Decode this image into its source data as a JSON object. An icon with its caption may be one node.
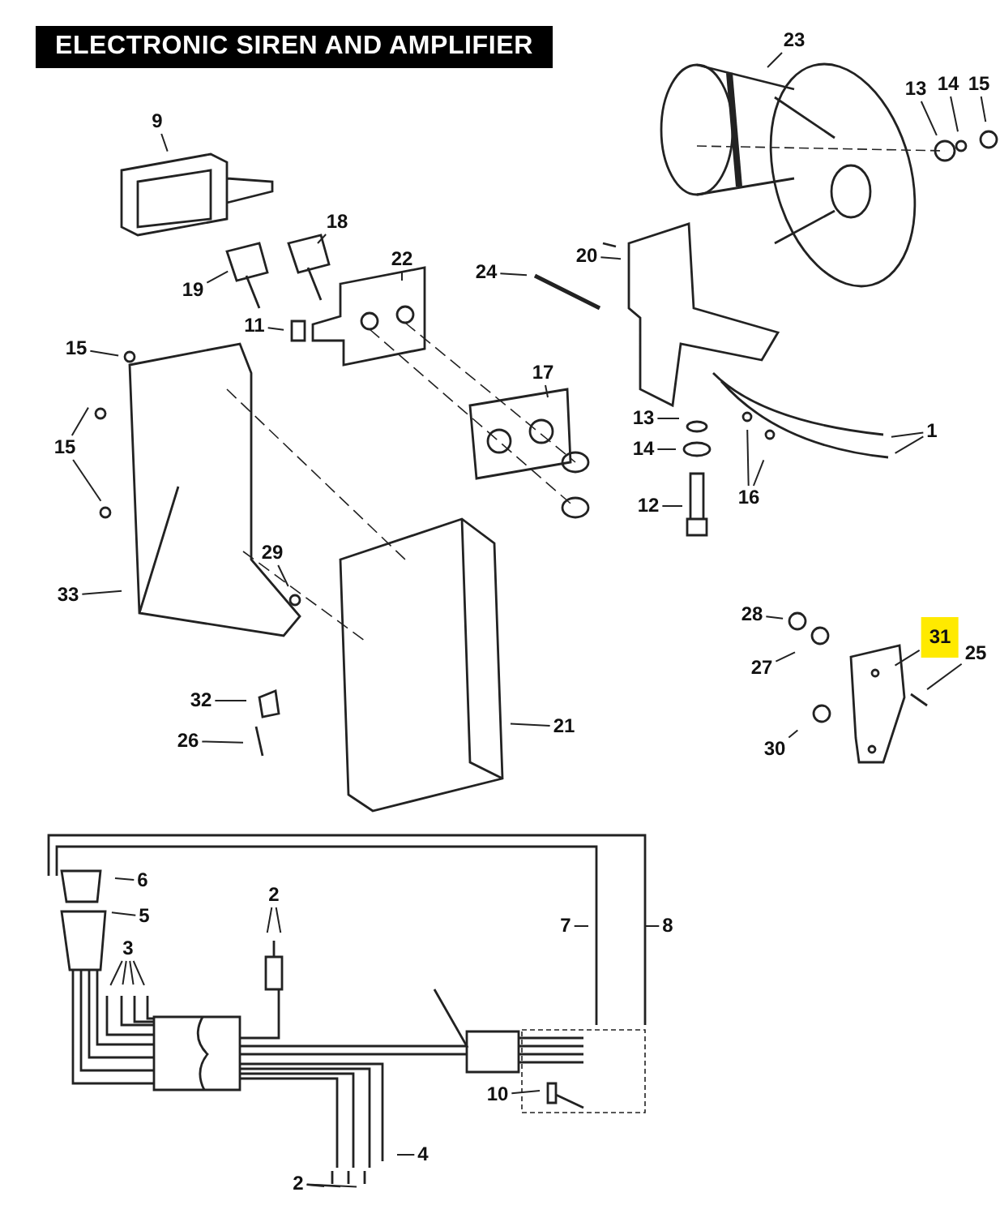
{
  "diagram": {
    "title": "ELECTRONIC SIREN AND AMPLIFIER",
    "nodes": [
      {
        "text": [
          "23"
        ]
      },
      {
        "text": [
          "13"
        ]
      },
      {
        "text": [
          "14"
        ]
      },
      {
        "text": [
          "15"
        ]
      },
      {
        "text": [
          "9"
        ]
      },
      {
        "text": [
          "18"
        ]
      },
      {
        "text": [
          "22"
        ]
      },
      {
        "text": [
          "20"
        ]
      },
      {
        "text": [
          "24"
        ]
      },
      {
        "text": [
          "19"
        ]
      },
      {
        "text": [
          "11"
        ]
      },
      {
        "text": [
          "15"
        ]
      },
      {
        "text": [
          "17"
        ]
      },
      {
        "text": [
          "13"
        ]
      },
      {
        "text": [
          "1"
        ]
      },
      {
        "text": [
          "15"
        ]
      },
      {
        "text": [
          "14"
        ]
      },
      {
        "text": [
          "16"
        ]
      },
      {
        "text": [
          "12"
        ]
      },
      {
        "text": [
          "33"
        ]
      },
      {
        "text": [
          "29"
        ]
      },
      {
        "text": [
          "28"
        ]
      },
      {
        "text": [
          "31"
        ]
      },
      {
        "text": [
          "25"
        ]
      },
      {
        "text": [
          "27"
        ]
      },
      {
        "text": [
          "32"
        ]
      },
      {
        "text": [
          "21"
        ]
      },
      {
        "text": [
          "26"
        ]
      },
      {
        "text": [
          "30"
        ]
      },
      {
        "text": [
          "6"
        ]
      },
      {
        "text": [
          "2"
        ]
      },
      {
        "text": [
          "5"
        ]
      },
      {
        "text": [
          "7"
        ]
      },
      {
        "text": [
          "8"
        ]
      },
      {
        "text": [
          "3"
        ]
      },
      {
        "text": [
          "10"
        ]
      },
      {
        "text": [
          "4"
        ]
      },
      {
        "text": [
          "2"
        ]
      }
    ],
    "edges": [
      {
        "from": 0,
        "to": null,
        "arrow": "none"
      },
      {
        "from": 1,
        "to": null,
        "arrow": "none"
      },
      {
        "from": 2,
        "to": null,
        "arrow": "none"
      },
      {
        "from": 3,
        "to": null,
        "arrow": "none"
      },
      {
        "from": 4,
        "to": null,
        "arrow": "none"
      },
      {
        "from": 5,
        "to": null,
        "arrow": "none"
      },
      {
        "from": 6,
        "to": null,
        "arrow": "none"
      },
      {
        "from": 7,
        "to": null,
        "arrow": "none"
      },
      {
        "from": 8,
        "to": null,
        "arrow": "none"
      },
      {
        "from": 9,
        "to": null,
        "arrow": "none"
      },
      {
        "from": 10,
        "to": null,
        "arrow": "none"
      },
      {
        "from": 11,
        "to": null,
        "arrow": "none"
      },
      {
        "from": 12,
        "to": null,
        "arrow": "none"
      },
      {
        "from": 13,
        "to": null,
        "arrow": "none"
      },
      {
        "from": 14,
        "to": null,
        "arrow": "none"
      },
      {
        "from": 14,
        "to": null,
        "arrow": "none"
      },
      {
        "from": 15,
        "to": null,
        "arrow": "none"
      },
      {
        "from": 15,
        "to": null,
        "arrow": "none"
      },
      {
        "from": 16,
        "to": null,
        "arrow": "none"
      },
      {
        "from": 17,
        "to": null,
        "arrow": "none"
      },
      {
        "from": 17,
        "to": null,
        "arrow": "none"
      },
      {
        "from": 18,
        "to": null,
        "arrow": "none"
      },
      {
        "from": 19,
        "to": null,
        "arrow": "none"
      },
      {
        "from": 20,
        "to": null,
        "arrow": "none"
      },
      {
        "from": 21,
        "to": null,
        "arrow": "none"
      },
      {
        "from": 22,
        "to": null,
        "arrow": "none"
      },
      {
        "from": 23,
        "to": null,
        "arrow": "none"
      },
      {
        "from": 24,
        "to": null,
        "arrow": "none"
      },
      {
        "from": 25,
        "to": null,
        "arrow": "none"
      },
      {
        "from": 26,
        "to": null,
        "arrow": "none"
      },
      {
        "from": 27,
        "to": null,
        "arrow": "none"
      },
      {
        "from": 28,
        "to": null,
        "arrow": "none"
      },
      {
        "from": 29,
        "to": null,
        "arrow": "none"
      },
      {
        "from": 30,
        "to": null,
        "arrow": "none"
      },
      {
        "from": 30,
        "to": null,
        "arrow": "none"
      },
      {
        "from": 31,
        "to": null,
        "arrow": "none"
      },
      {
        "from": 32,
        "to": null,
        "arrow": "none"
      },
      {
        "from": 33,
        "to": null,
        "arrow": "none"
      },
      {
        "from": 34,
        "to": null,
        "arrow": "none"
      },
      {
        "from": 34,
        "to": null,
        "arrow": "none"
      },
      {
        "from": 34,
        "to": null,
        "arrow": "none"
      },
      {
        "from": 34,
        "to": null,
        "arrow": "none"
      },
      {
        "from": 35,
        "to": null,
        "arrow": "none"
      },
      {
        "from": 36,
        "to": null,
        "arrow": "none"
      },
      {
        "from": 37,
        "to": null,
        "arrow": "none"
      },
      {
        "from": 37,
        "to": null,
        "arrow": "none"
      },
      {
        "from": 37,
        "to": null,
        "arrow": "none"
      }
    ]
  }
}
